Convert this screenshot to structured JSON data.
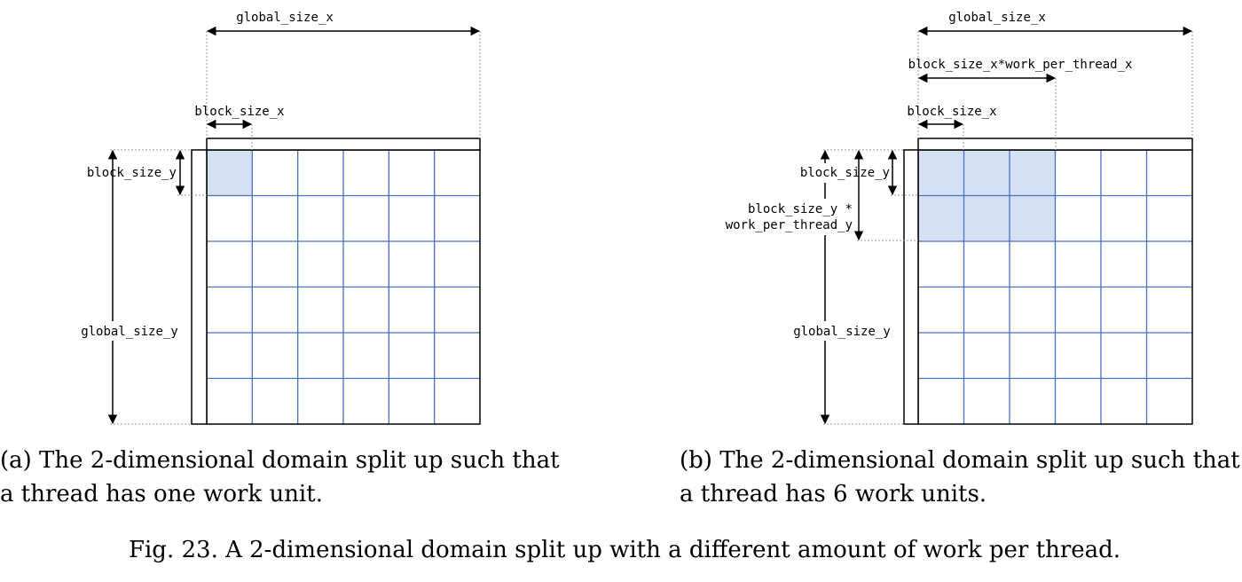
{
  "panel_a": {
    "global_size_x_label": "global_size_x",
    "block_size_x_label": "block_size_x",
    "block_size_y_label": "block_size_y",
    "global_size_y_label": "global_size_y",
    "caption_line1": "(a) The 2-dimensional domain split up such that",
    "caption_line2": "a thread has one work unit."
  },
  "panel_b": {
    "global_size_x_label": "global_size_x",
    "block_work_x_label": "block_size_x*work_per_thread_x",
    "block_size_x_label": "block_size_x",
    "block_size_y_label": "block_size_y",
    "block_work_y_label_line1": "block_size_y *",
    "block_work_y_label_line2": "work_per_thread_y",
    "global_size_y_label": "global_size_y",
    "caption_line1": "(b) The 2-dimensional domain split up such that",
    "caption_line2": "a thread has 6 work units."
  },
  "figure_caption": "Fig. 23.  A 2-dimensional domain split up with a different amount of work per thread.",
  "grid": {
    "rows": 6,
    "cols": 6,
    "panel_a_highlight": {
      "cols": 1,
      "rows": 1
    },
    "panel_b_highlight": {
      "cols": 3,
      "rows": 2
    }
  },
  "colors": {
    "grid_line": "#4472c4",
    "highlight_fill": "#d6e0f3",
    "outline": "#000000",
    "guide": "#999999"
  }
}
